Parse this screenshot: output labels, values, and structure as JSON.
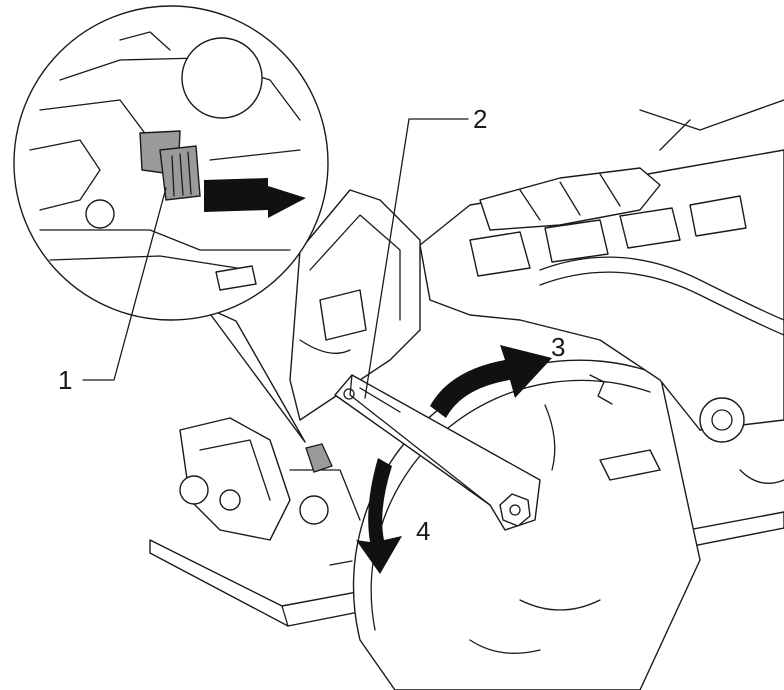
{
  "callouts": {
    "c1": "1",
    "c2": "2",
    "c3": "3",
    "c4": "4"
  },
  "colors": {
    "line": "#1a1a1a",
    "lever_fill": "#9a9a9a",
    "arrow_fill": "#111111",
    "background": "#ffffff"
  }
}
